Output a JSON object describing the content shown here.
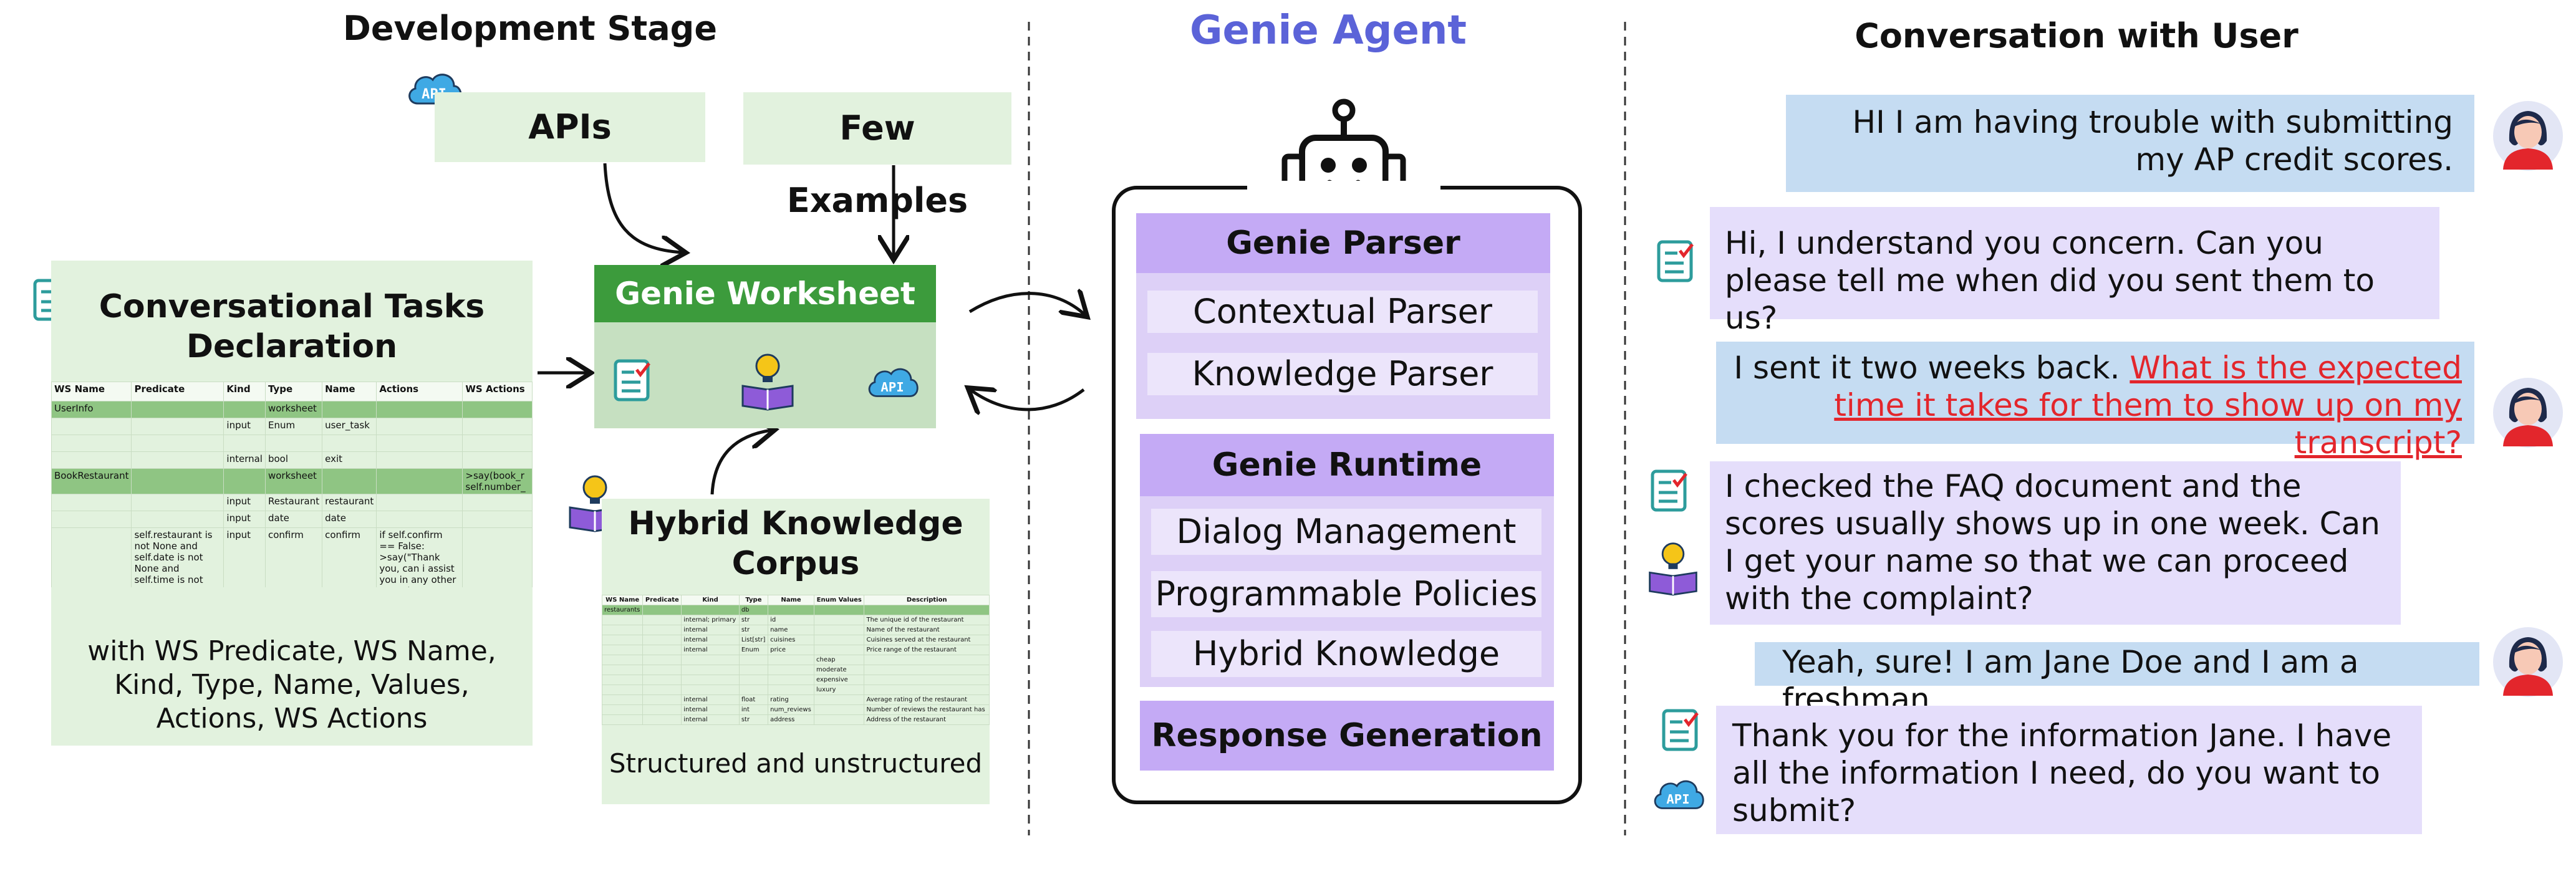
{
  "titles": {
    "development": "Development Stage",
    "agent": "Genie Agent",
    "conversation": "Conversation with User"
  },
  "dev": {
    "apis": "APIs",
    "few_examples": "Few Examples",
    "worksheet_title": "Genie Worksheet",
    "tasks_title_line1": "Conversational Tasks",
    "tasks_title_line2": "Declaration",
    "tasks_caption": "with WS Predicate, WS Name, Kind, Type, Name, Values, Actions, WS Actions",
    "knowledge_title_line1": "Hybrid Knowledge",
    "knowledge_title_line2": "Corpus",
    "knowledge_caption": "Structured and unstructured",
    "api_badge": "API"
  },
  "ws_table": {
    "headers": [
      "WS Name",
      "Predicate",
      "Kind",
      "Type",
      "Name",
      "Actions",
      "WS Actions"
    ],
    "rows": [
      {
        "cells": [
          "UserInfo",
          "",
          "",
          "worksheet",
          "",
          "",
          ""
        ],
        "hl": true
      },
      {
        "cells": [
          "",
          "",
          "input",
          "Enum",
          "user_task",
          "",
          ""
        ],
        "hl": false
      },
      {
        "cells": [
          "",
          "",
          "",
          "",
          "",
          "",
          ""
        ],
        "hl": false
      },
      {
        "cells": [
          "",
          "",
          "internal",
          "bool",
          "exit",
          "",
          ""
        ],
        "hl": false
      },
      {
        "cells": [
          "BookRestaurant",
          "",
          "",
          "worksheet",
          "",
          "",
          ">say(book_r self.number_"
        ],
        "hl": true
      },
      {
        "cells": [
          "",
          "",
          "input",
          "Restaurant",
          "restaurant",
          "",
          ""
        ],
        "hl": false
      },
      {
        "cells": [
          "",
          "",
          "input",
          "date",
          "date",
          "",
          ""
        ],
        "hl": false
      },
      {
        "cells": [
          "",
          "self.restaurant is not None and self.date is not None and self.time is not None",
          "input",
          "confirm",
          "confirm",
          "if self.confirm == False: >say(\"Thank you, can i assist you in any other way?\")",
          ""
        ],
        "hl": false
      }
    ]
  },
  "kc_table": {
    "headers": [
      "WS Name",
      "Predicate",
      "Kind",
      "Type",
      "Name",
      "Enum Values",
      "Description"
    ],
    "rows": [
      {
        "cells": [
          "restaurants",
          "",
          "",
          "db",
          "",
          "",
          ""
        ],
        "hl": true
      },
      {
        "cells": [
          "",
          "",
          "internal; primary",
          "str",
          "id",
          "",
          "The unique id of the restaurant"
        ],
        "hl": false
      },
      {
        "cells": [
          "",
          "",
          "internal",
          "str",
          "name",
          "",
          "Name of the restaurant"
        ],
        "hl": false
      },
      {
        "cells": [
          "",
          "",
          "internal",
          "List[str]",
          "cuisines",
          "",
          "Cuisines served at the restaurant"
        ],
        "hl": false
      },
      {
        "cells": [
          "",
          "",
          "internal",
          "Enum",
          "price",
          "",
          "Price range of the restaurant"
        ],
        "hl": false
      },
      {
        "cells": [
          "",
          "",
          "",
          "",
          "",
          "cheap",
          ""
        ],
        "hl": false
      },
      {
        "cells": [
          "",
          "",
          "",
          "",
          "",
          "moderate",
          ""
        ],
        "hl": false
      },
      {
        "cells": [
          "",
          "",
          "",
          "",
          "",
          "expensive",
          ""
        ],
        "hl": false
      },
      {
        "cells": [
          "",
          "",
          "",
          "",
          "",
          "luxury",
          ""
        ],
        "hl": false
      },
      {
        "cells": [
          "",
          "",
          "internal",
          "float",
          "rating",
          "",
          "Average rating of the restaurant"
        ],
        "hl": false
      },
      {
        "cells": [
          "",
          "",
          "internal",
          "int",
          "num_reviews",
          "",
          "Number of reviews the restaurant has"
        ],
        "hl": false
      },
      {
        "cells": [
          "",
          "",
          "internal",
          "str",
          "address",
          "",
          "Address of the restaurant"
        ],
        "hl": false
      }
    ]
  },
  "agent": {
    "parser_head": "Genie Parser",
    "parser_items": [
      "Contextual Parser",
      "Knowledge Parser"
    ],
    "runtime_head": "Genie Runtime",
    "runtime_items": [
      "Dialog Management",
      "Programmable Policies",
      "Hybrid Knowledge"
    ],
    "response": "Response Generation"
  },
  "chat": {
    "m1": "HI I am having trouble with submitting my AP credit scores.",
    "m2": "Hi, I understand you concern. Can you please tell me when did you sent them to us?",
    "m3_plain": "I sent it two weeks back.",
    "m3_highlight": "What is the expected time it takes for them to show up on my transcript?",
    "m4": "I checked the FAQ document and the scores usually shows up in one week. Can I get your name so that we can proceed with the complaint?",
    "m5": "Yeah, sure! I am Jane Doe and I am a freshman.",
    "m6": "Thank you for the information Jane. I have all the information I need, do you want to submit?"
  },
  "colors": {
    "agent_title": "#5b63d8",
    "worksheet_green": "#3c9b3c",
    "user_bubble": "#c5dcf2",
    "agent_bubble": "#e5defb",
    "highlight_red": "#e3262c"
  }
}
